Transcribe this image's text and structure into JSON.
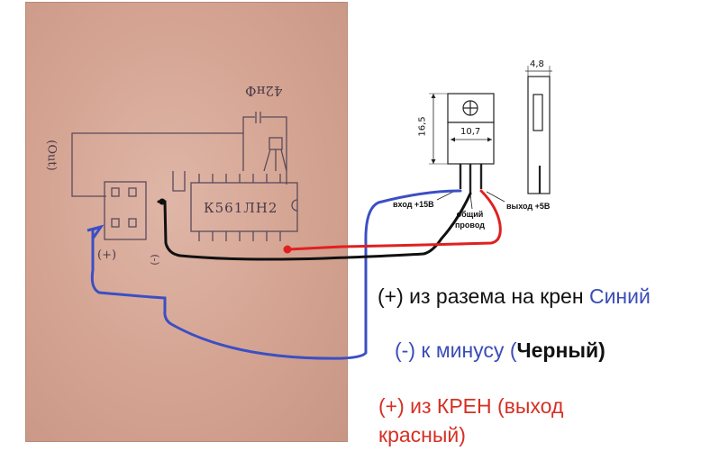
{
  "colors": {
    "paper": "#d9ab9b",
    "wire_blue": "#3b4fc4",
    "wire_black": "#111111",
    "wire_red": "#e02020",
    "legend_blue": "#3a4db8",
    "legend_black": "#111111",
    "legend_red": "#d63024"
  },
  "sketch": {
    "capacitor": "42нФ",
    "chip": "К561ЛН2",
    "left_label": "(Out)",
    "plus": "(+)",
    "minus": "(-)"
  },
  "regulator": {
    "dim_height": "16,5",
    "dim_width": "10,7",
    "dim_thickness": "4,8",
    "pin_input": "вход +15В",
    "pin_common": "общий\nпровод",
    "pin_output": "выход +5В"
  },
  "legend": {
    "blue_prefix": "(+) из разема на крен ",
    "blue_color": "Синий",
    "black_prefix": "(-) к минусу (",
    "black_color": "Черный)",
    "red_line1": "(+) из КРЕН (выход",
    "red_line2": "красный)"
  }
}
